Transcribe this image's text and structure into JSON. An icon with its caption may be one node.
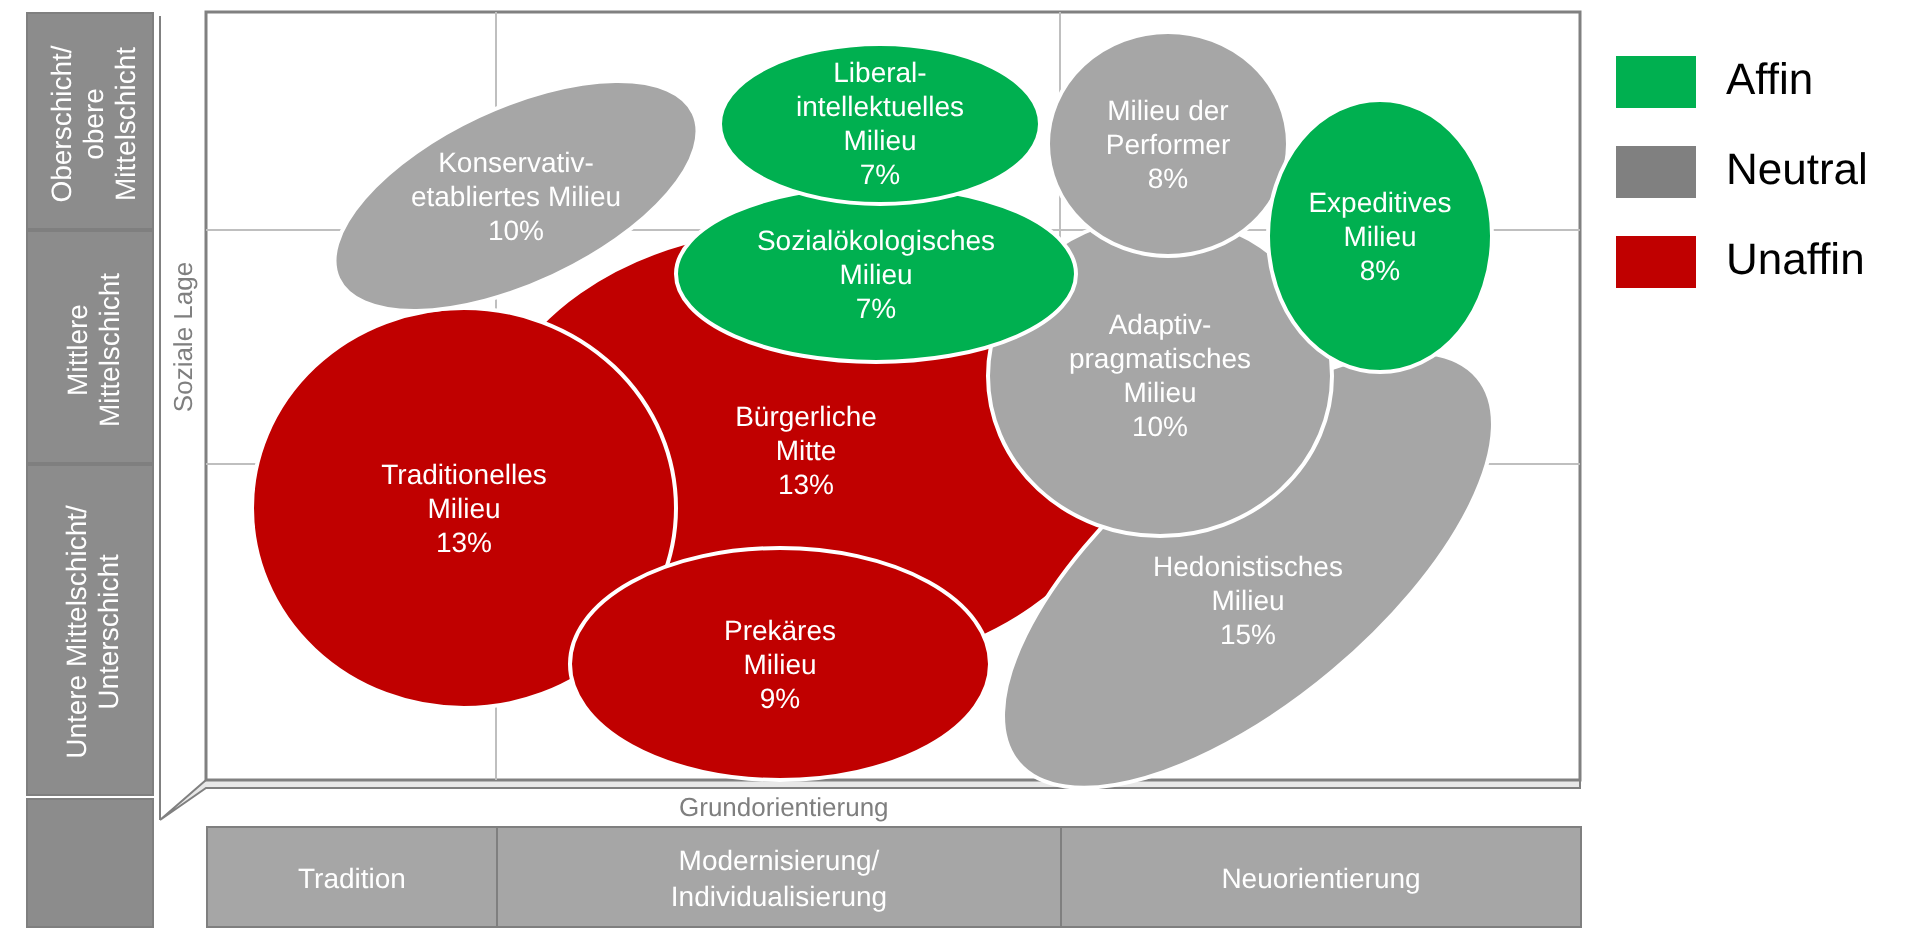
{
  "diagram": {
    "nodes": [
      {
        "text": [
          "Oberschicht/ obere Mittelschicht"
        ]
      },
      {
        "text": [
          "Mittlere Mittelschicht"
        ]
      },
      {
        "text": [
          "Untere Mittelschicht/ Unterschicht"
        ]
      },
      {
        "text": [],
        "shape": "box"
      },
      {
        "text": [
          "Tradition"
        ]
      },
      {
        "text": [
          "Modernisierung/ Individualisierung"
        ]
      },
      {
        "text": [
          "Neuorientierung"
        ]
      },
      {
        "text": [
          "Konservativ-etabliertes Milieu",
          "10%"
        ]
      },
      {
        "text": [
          "Liberal-intellektuelles Milieu",
          "7%"
        ]
      },
      {
        "text": [
          "Milieu der Performer",
          "8%"
        ]
      },
      {
        "text": [
          "Sozialökologisches Milieu",
          "7%"
        ]
      },
      {
        "text": [
          "Expeditives Milieu",
          "8%"
        ]
      },
      {
        "text": [
          "Adaptiv-pragmatisches Milieu",
          "10%"
        ]
      },
      {
        "text": [
          "Traditionelles Milieu",
          "13%"
        ]
      },
      {
        "text": [
          "Bürgerliche Mitte",
          "13%"
        ]
      },
      {
        "text": [
          "Hedonistisches Milieu",
          "15%"
        ]
      },
      {
        "text": [
          "Prekäres Milieu",
          "9%"
        ]
      }
    ],
    "labels": [
      "Soziale Lage",
      "Grundorientierung"
    ],
    "legend": [
      {
        "text": "Affin",
        "color": "#00b050"
      },
      {
        "text": "Neutral",
        "color": "#808080"
      },
      {
        "text": "Unaffin",
        "color": "#c00000"
      }
    ]
  }
}
